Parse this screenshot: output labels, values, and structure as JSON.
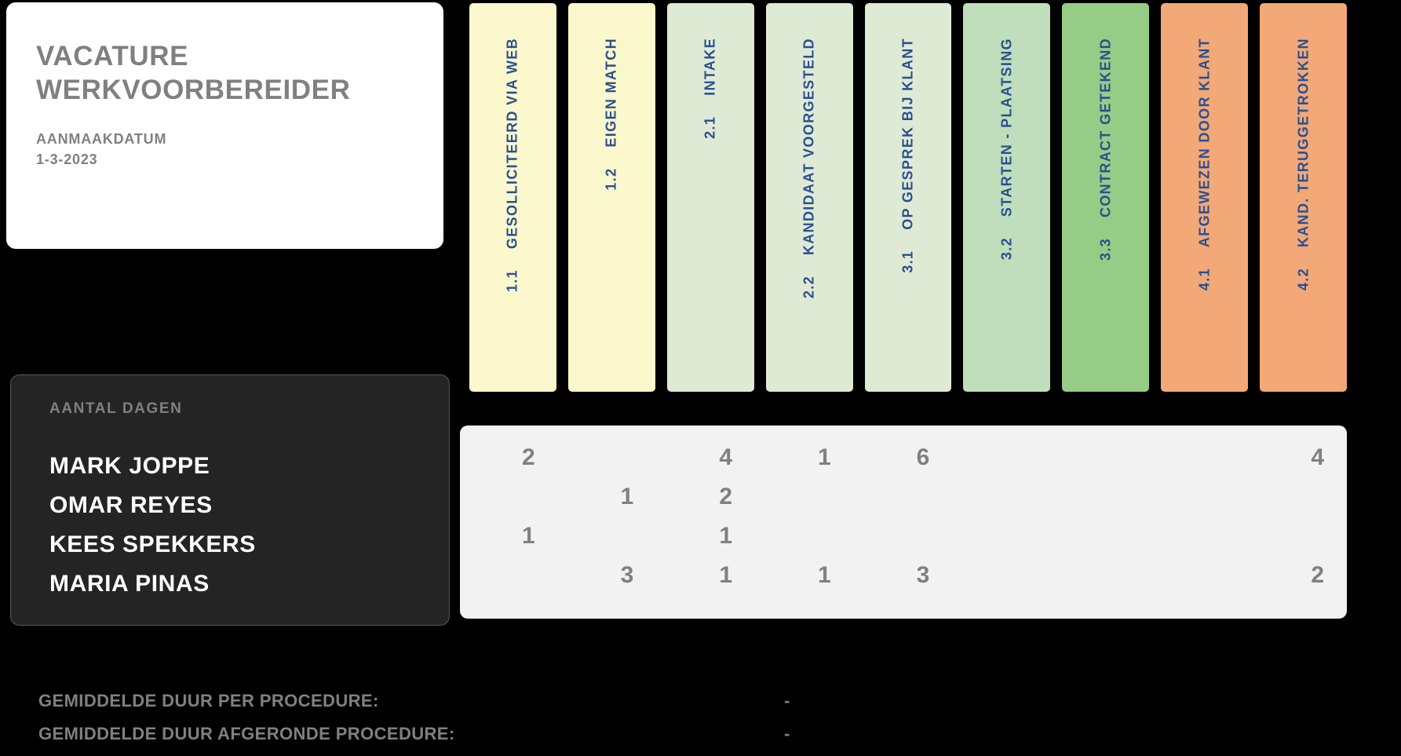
{
  "vacancy": {
    "title": "VACATURE WERKVOORBEREIDER",
    "date_label": "AANMAAKDATUM",
    "date_value": "1-3-2023"
  },
  "stages": [
    {
      "code": "1.1",
      "label": "GESOLLICITEERD VIA WEB",
      "color": "#fbf8cd"
    },
    {
      "code": "1.2",
      "label": "EIGEN MATCH",
      "color": "#fbf8cd"
    },
    {
      "code": "2.1",
      "label": "INTAKE",
      "color": "#dfead5"
    },
    {
      "code": "2.2",
      "label": "KANDIDAAT VOORGESTELD",
      "color": "#dfead5"
    },
    {
      "code": "3.1",
      "label": "OP GESPREK BIJ KLANT",
      "color": "#dfead5"
    },
    {
      "code": "3.2",
      "label": "STARTEN - PLAATSING",
      "color": "#c0debb"
    },
    {
      "code": "3.3",
      "label": "CONTRACT GETEKEND",
      "color": "#96cc86"
    },
    {
      "code": "4.1",
      "label": "AFGEWEZEN DOOR KLANT",
      "color": "#f2a877"
    },
    {
      "code": "4.2",
      "label": "KAND. TERUGGETROKKEN",
      "color": "#f2a877"
    }
  ],
  "candidates_panel": {
    "heading": "AANTAL DAGEN",
    "names": [
      "MARK JOPPE",
      "OMAR REYES",
      "KEES SPEKKERS",
      "MARIA PINAS"
    ]
  },
  "matrix": {
    "rows": [
      {
        "name": "MARK JOPPE",
        "values": [
          "2",
          "",
          "4",
          "1",
          "6",
          "",
          "",
          "",
          "4"
        ]
      },
      {
        "name": "OMAR REYES",
        "values": [
          "",
          "1",
          "2",
          "",
          "",
          "",
          "",
          "",
          ""
        ]
      },
      {
        "name": "KEES SPEKKERS",
        "values": [
          "1",
          "",
          "1",
          "",
          "",
          "",
          "",
          "",
          ""
        ]
      },
      {
        "name": "MARIA PINAS",
        "values": [
          "",
          "3",
          "1",
          "1",
          "3",
          "",
          "",
          "",
          "2"
        ]
      }
    ]
  },
  "footer": {
    "rows": [
      {
        "label": "GEMIDDELDE DUUR PER PROCEDURE:",
        "value": "-"
      },
      {
        "label": "GEMIDDELDE DUUR AFGERONDE PROCEDURE:",
        "value": "-"
      }
    ]
  },
  "colors": {
    "background": "#000000",
    "stage_text": "#2a4f90",
    "muted_text": "#808080",
    "panel_dark": "#242424",
    "panel_light": "#f2f2f2"
  }
}
